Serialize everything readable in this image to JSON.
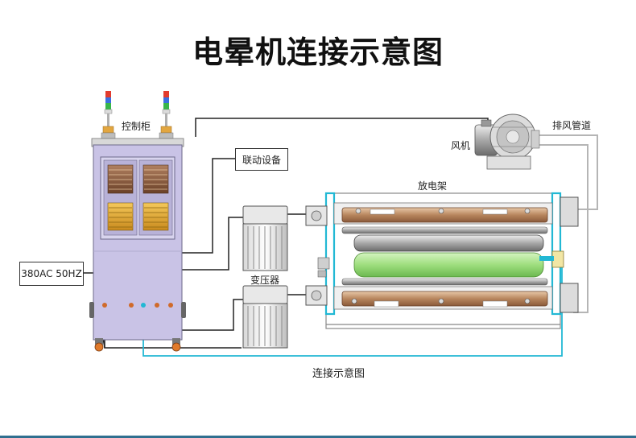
{
  "title": "电晕机连接示意图",
  "labels": {
    "control_cabinet": "控制柜",
    "blower": "风机",
    "exhaust_duct": "排风管道",
    "linked_equipment": "联动设备",
    "discharge_frame": "放电架",
    "power_supply": "380AC 50HZ",
    "transformer": "变压器",
    "connection_diagram": "连接示意图"
  },
  "colors": {
    "cabinet_body": "#c9c3e6",
    "roller_green": "#a6e48a",
    "roller_copper": "#c89a74",
    "cyan_frame": "#22b8d4",
    "signal_lamp_red": "#e23b2e",
    "signal_lamp_blue": "#3b6fe0",
    "signal_lamp_green": "#38b54a",
    "lamp_base": "#e2a640"
  }
}
